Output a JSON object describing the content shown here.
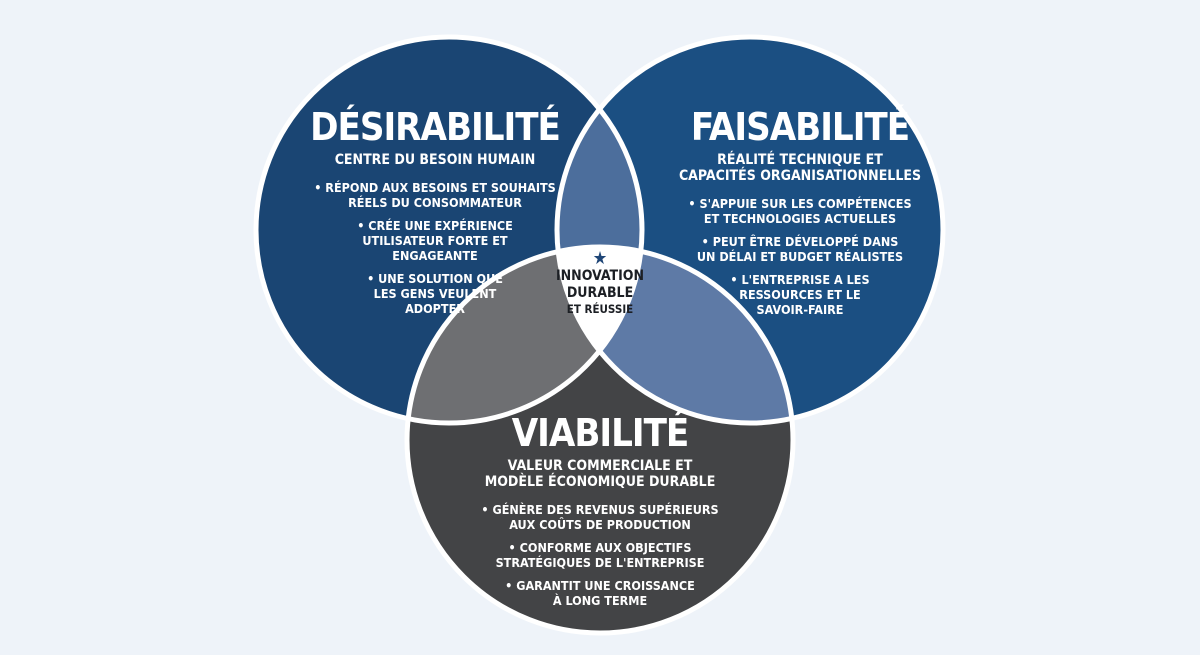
{
  "colors": {
    "background": "#eef3f9",
    "desirability": "#1a4573",
    "feasibility": "#1b4f82",
    "viability": "#434446",
    "overlap_top": "#4c6e9c",
    "overlap_left": "#6e6f72",
    "overlap_right": "#5e7aa6",
    "center": "#ffffff",
    "stroke": "#ffffff"
  },
  "desirability": {
    "title": "Désirabilité",
    "subtitle": "Centre du besoin humain",
    "bullets": [
      "• Répond aux besoins et souhaits\nréels du consommateur",
      "• Crée une expérience\nutilisateur forte et\nengageante",
      "• Une solution que\nles gens veulent\nadopter"
    ]
  },
  "feasibility": {
    "title": "Faisabilité",
    "subtitle": "Réalité technique et\ncapacités organisationnelles",
    "bullets": [
      "• S'appuie sur les compétences\net technologies actuelles",
      "• Peut être développé dans\nun délai et budget réalistes",
      "• L'entreprise a les\nressources et le\nsavoir-faire"
    ]
  },
  "viability": {
    "title": "Viabilité",
    "subtitle": "Valeur commerciale et\nmodèle économique durable",
    "bullets": [
      "• Génère des revenus supérieurs\naux coûts de production",
      "• Conforme aux objectifs\nstratégiques de l'entreprise",
      "• Garantit une croissance\nà long terme"
    ]
  },
  "center": {
    "icon": "star-icon",
    "line1": "Innovation",
    "line2": "durable",
    "line3": "et réussie"
  }
}
